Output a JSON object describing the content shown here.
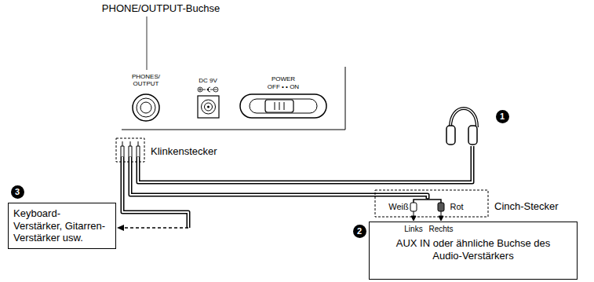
{
  "diagram": {
    "nodes": [
      {
        "text": [
          "Keyboard-Verstärker, Gitarren-Verstärker usw."
        ]
      },
      {
        "text": [
          "Links",
          "Rechts",
          "AUX IN oder ähnliche Buchse des Audio-Verstärkers"
        ]
      }
    ],
    "labels": [
      "PHONE/OUTPUT-Buchse",
      "PHONES/ OUTPUT",
      "DC 9V",
      "POWER",
      "OFF • • ON",
      "Klinkenstecker",
      "1",
      "Weiß",
      "Rot",
      "Cinch-Stecker",
      "2",
      "3"
    ]
  }
}
